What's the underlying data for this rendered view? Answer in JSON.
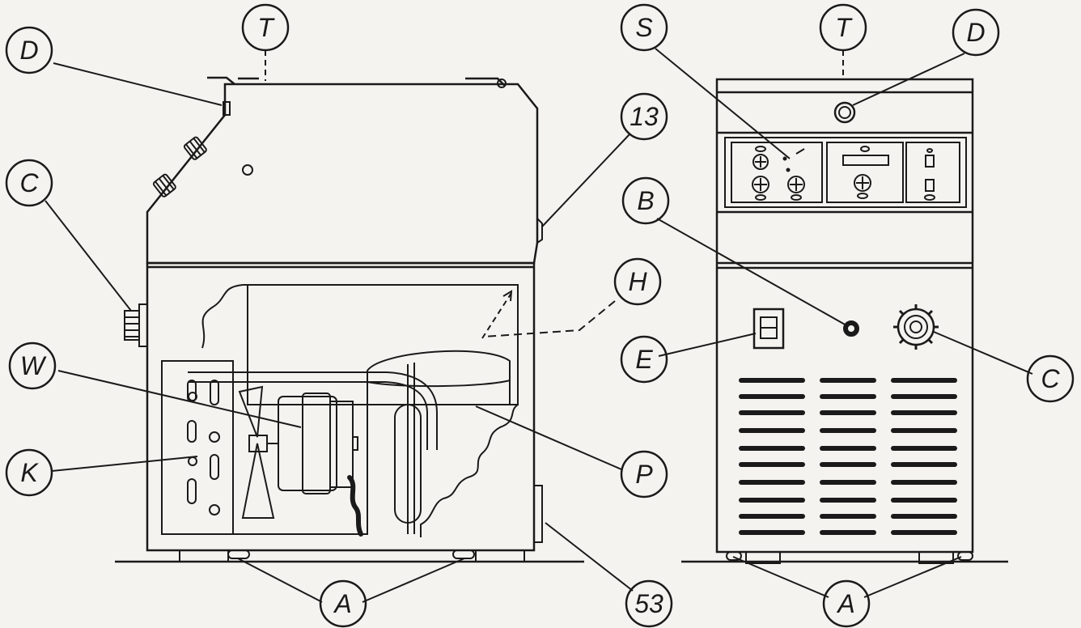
{
  "callouts": {
    "left_D": "D",
    "left_T": "T",
    "left_C": "C",
    "left_13": "13",
    "left_H": "H",
    "left_W": "W",
    "left_K": "K",
    "left_P": "P",
    "left_A": "A",
    "left_53": "53",
    "right_S": "S",
    "right_T": "T",
    "right_D": "D",
    "right_B": "B",
    "right_E": "E",
    "right_C": "C",
    "right_A": "A"
  },
  "colors": {
    "ink": "#1a1a1a",
    "paper": "#f4f3f0"
  }
}
